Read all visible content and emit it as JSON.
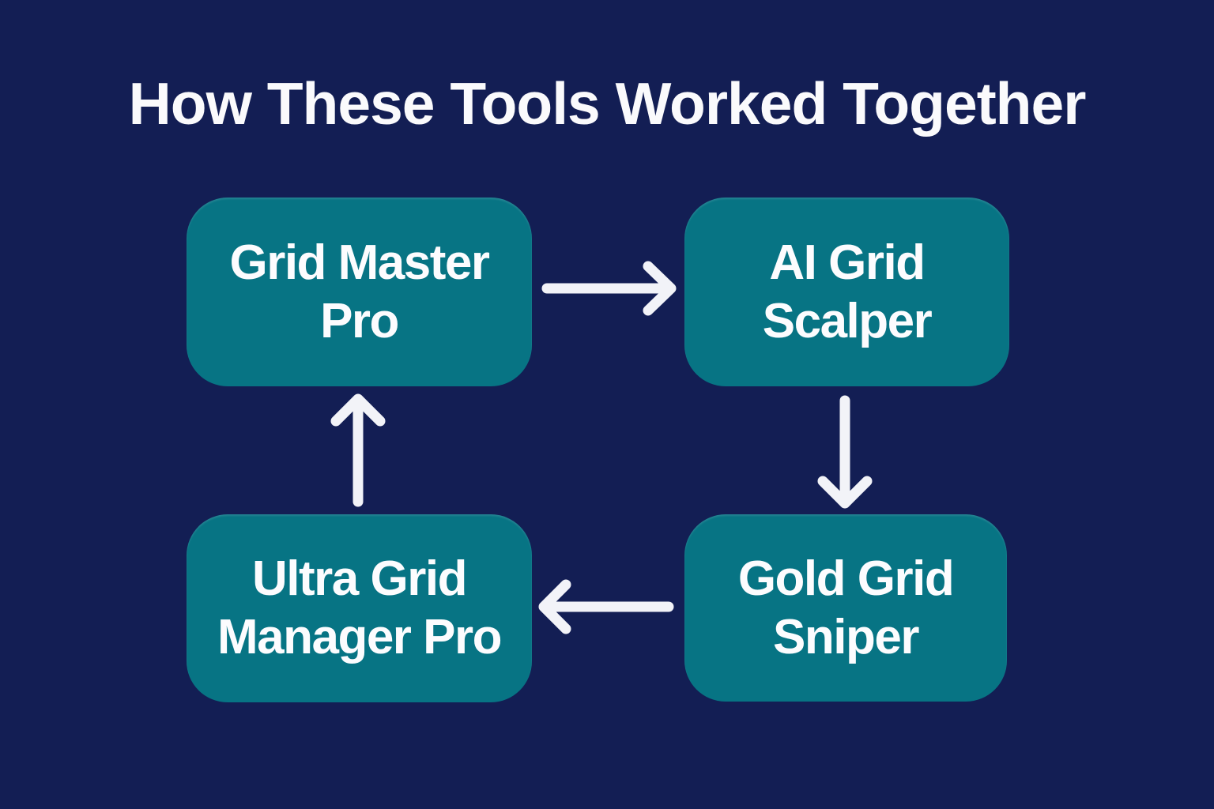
{
  "title": "How These Tools Worked Together",
  "colors": {
    "background": "#131e54",
    "node_fill": "#077484",
    "node_text": "#fcfcfe",
    "title_text": "#fafafc",
    "arrow": "#f2f3f8"
  },
  "nodes": [
    {
      "id": "grid-master-pro",
      "line1": "Grid Master",
      "line2": "Pro",
      "position": "top-left"
    },
    {
      "id": "ai-grid-scalper",
      "line1": "AI Grid",
      "line2": "Scalper",
      "position": "top-right"
    },
    {
      "id": "ultra-grid-manager-pro",
      "line1": "Ultra Grid",
      "line2": "Manager Pro",
      "position": "bottom-left"
    },
    {
      "id": "gold-grid-sniper",
      "line1": "Gold Grid",
      "line2": "Sniper",
      "position": "bottom-right"
    }
  ],
  "flow": [
    {
      "from": "Grid Master Pro",
      "to": "AI Grid Scalper",
      "direction": "right"
    },
    {
      "from": "AI Grid Scalper",
      "to": "Gold Grid Sniper",
      "direction": "down"
    },
    {
      "from": "Gold Grid Sniper",
      "to": "Ultra Grid Manager Pro",
      "direction": "left"
    },
    {
      "from": "Ultra Grid Manager Pro",
      "to": "Grid Master Pro",
      "direction": "up"
    }
  ]
}
